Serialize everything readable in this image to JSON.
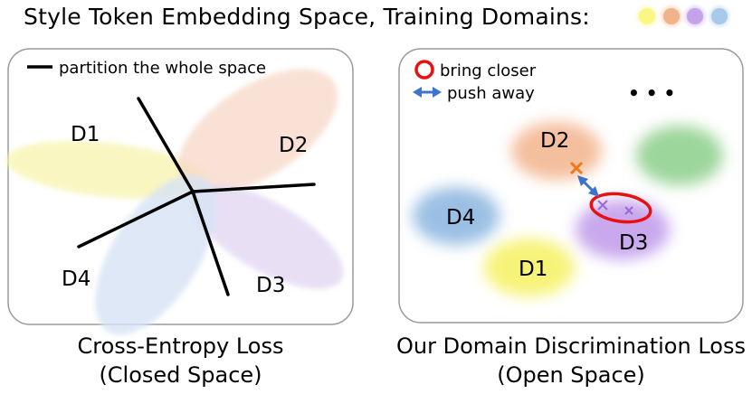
{
  "header": {
    "title": "Style Token Embedding Space,  Training Domains:",
    "domain_colors": [
      "#fafa7a",
      "#f3b48a",
      "#c9a6ea",
      "#a8c8ea"
    ]
  },
  "left_panel": {
    "legend_label": "partition the whole space",
    "domains": [
      "D1",
      "D2",
      "D3",
      "D4"
    ],
    "caption_line1": "Cross-Entropy Loss",
    "caption_line2": "(Closed Space)"
  },
  "right_panel": {
    "legend_closer": "bring closer",
    "legend_push": "push away",
    "ellipsis": "• • •",
    "domains": [
      "D2",
      "D4",
      "D3",
      "D1"
    ],
    "caption_line1": "Our Domain Discrimination Loss",
    "caption_line2": "(Open Space)"
  },
  "colors": {
    "yellow": "#f6f27a",
    "orange": "#eea070",
    "purple": "#b58be0",
    "blue": "#86b0dc",
    "green": "#7dc87d",
    "red": "#e81010",
    "arrow_blue": "#3f73c8"
  }
}
